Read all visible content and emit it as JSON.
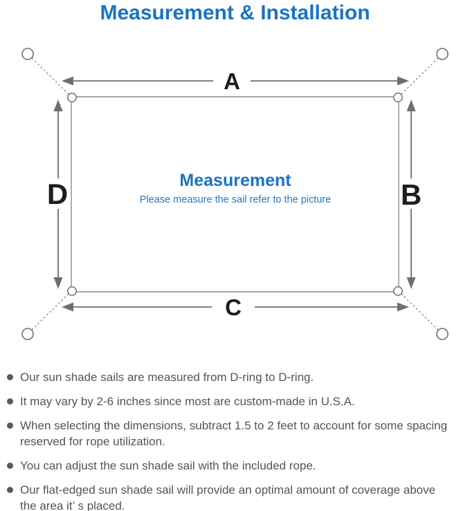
{
  "title": "Measurement & Installation",
  "colors": {
    "accent_blue": "#1a73c2",
    "diagram_gray": "#6e6e6e",
    "text_gray": "#545454",
    "label_black": "#1d1d1d"
  },
  "diagram": {
    "labels": {
      "top": "A",
      "right": "B",
      "bottom": "C",
      "left": "D"
    },
    "center_title": "Measurement",
    "center_subtitle": "Please measure the sail refer to the picture"
  },
  "bullets": [
    {
      "lines": [
        "Our sun shade sails are measured from D-ring to D-ring."
      ]
    },
    {
      "lines": [
        "It may vary by 2-6 inches since most are custom-made in U.S.A."
      ]
    },
    {
      "lines": [
        "When selecting the dimensions, subtract 1.5 to 2 feet to account for some spacing",
        "reserved for rope utilization."
      ]
    },
    {
      "lines": [
        "You can adjust the sun shade sail with the included rope."
      ]
    },
    {
      "lines": [
        "Our flat-edged sun shade sail will provide an optimal amount of coverage above",
        "the area it’ s placed."
      ]
    }
  ]
}
